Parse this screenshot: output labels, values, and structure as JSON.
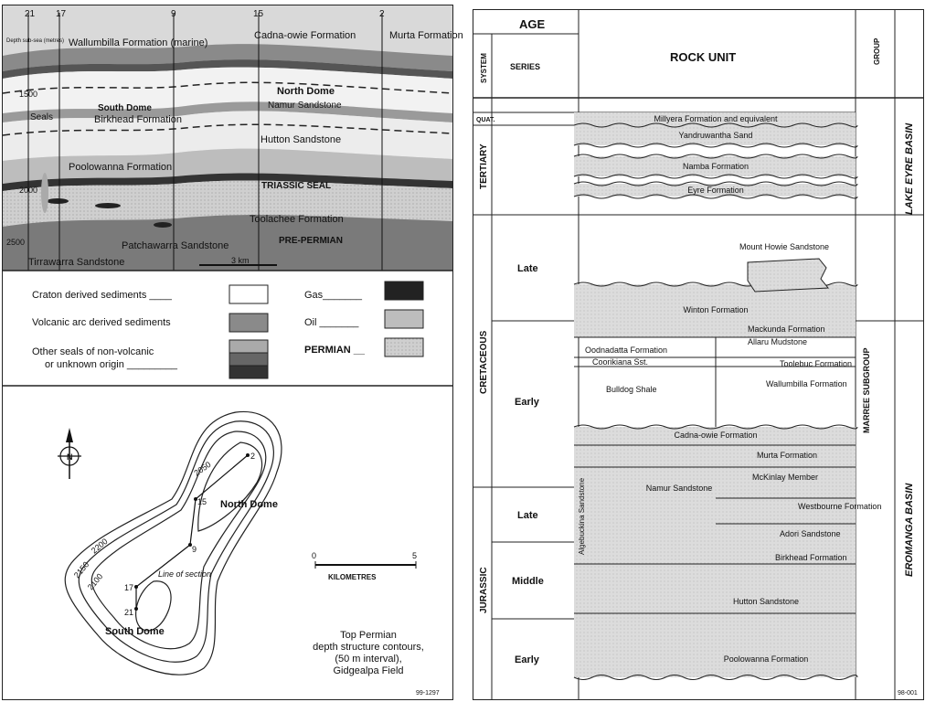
{
  "section": {
    "wells": [
      "21",
      "17",
      "9",
      "15",
      "2"
    ],
    "depth_label": "Depth sub-sea (metres)",
    "depth_ticks": [
      "1500",
      "2000",
      "2500"
    ],
    "units": {
      "wallumbilla": "Wallumbilla Formation (marine)",
      "cadna_owie": "Cadna-owie Formation",
      "murta": "Murta Formation",
      "north_dome": "North Dome",
      "namur": "Namur Sandstone",
      "south_dome": "South Dome",
      "birkhead": "Birkhead Formation",
      "seals": "Seals",
      "hutton": "Hutton Sandstone",
      "poolowanna": "Poolowanna Formation",
      "triassic_seal": "TRIASSIC SEAL",
      "toolachee": "Toolachee Formation",
      "patchawarra": "Patchawarra Sandstone",
      "pre_permian": "PRE-PERMIAN",
      "tirrawarra": "Tirrawarra Sandstone"
    },
    "scale": "3 km"
  },
  "legend": {
    "craton": "Craton derived sediments ____",
    "volcanic": "Volcanic arc derived sediments",
    "other_seals_1": "Other seals of non-volcanic",
    "other_seals_2": "or unknown origin _________",
    "gas": "Gas_______",
    "oil": "Oil _______",
    "permian": "PERMIAN __"
  },
  "map": {
    "contours": [
      "2050",
      "2100",
      "2150",
      "2200"
    ],
    "wells": [
      "2",
      "15",
      "9",
      "17",
      "21"
    ],
    "north_dome": "North Dome",
    "south_dome": "South Dome",
    "line_of_section": "Line of section",
    "scale_0": "0",
    "scale_5": "5",
    "scale_unit": "KILOMETRES",
    "caption": [
      "Top Permian",
      "depth structure contours,",
      "(50 m interval),",
      "Gidgealpa Field"
    ],
    "fig_id": "99-1297",
    "north": "N"
  },
  "strat": {
    "header_age": "AGE",
    "header_system": "SYSTEM",
    "header_series": "SERIES",
    "header_rock_unit": "ROCK UNIT",
    "header_group": "GROUP",
    "systems": [
      "QUAT.",
      "TERTIARY",
      "CRETACEOUS",
      "JURASSIC"
    ],
    "series": [
      "Late",
      "Early",
      "Late",
      "Middle",
      "Early"
    ],
    "basins": [
      "LAKE EYRE BASIN",
      "EROMANGA BASIN"
    ],
    "subgroup": "MARREE SUBGROUP",
    "units": {
      "millyera": "Millyera Formation and equivalent",
      "yandruwantha": "Yandruwantha Sand",
      "namba": "Namba Formation",
      "eyre": "Eyre Formation",
      "mount_howie": "Mount Howie Sandstone",
      "winton": "Winton Formation",
      "mackunda": "Mackunda Formation",
      "allaru": "Allaru Mudstone",
      "oodnadatta": "Oodnadatta Formation",
      "coorikiana": "Coorikiana Sst.",
      "toolebuc": "Toolebuc Formation",
      "bulldog": "Bulldog Shale",
      "wallumbilla": "Wallumbilla Formation",
      "cadna_owie": "Cadna-owie Formation",
      "murta": "Murta Formation",
      "mckinlay": "McKinlay Member",
      "namur": "Namur Sandstone",
      "algebuckina": "Algebuckina Sandstone",
      "westbourne": "Westbourne Formation",
      "adori": "Adori Sandstone",
      "birkhead": "Birkhead Formation",
      "hutton": "Hutton Sandstone",
      "poolowanna": "Poolowanna Formation"
    },
    "fig_id": "98-001"
  }
}
